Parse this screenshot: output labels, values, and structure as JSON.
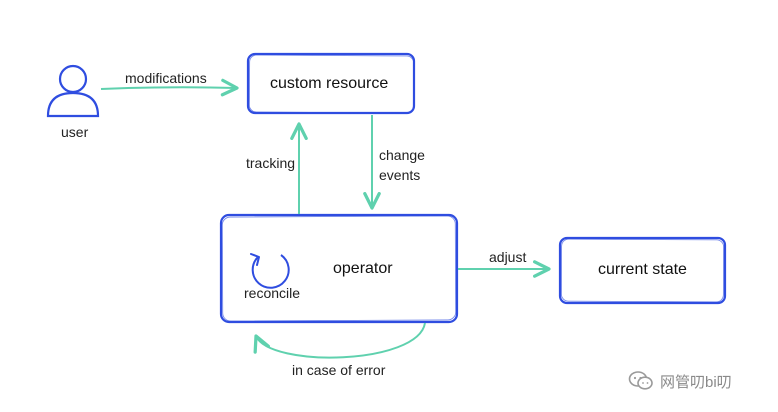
{
  "nodes": {
    "user": {
      "label": "user",
      "icon": "user-icon"
    },
    "custom_resource": {
      "label": "custom resource"
    },
    "operator": {
      "label": "operator",
      "sub_label": "reconcile",
      "icon": "reconcile-loop-icon"
    },
    "current_state": {
      "label": "current state"
    }
  },
  "edges": {
    "modifications": {
      "label": "modifications"
    },
    "tracking": {
      "label": "tracking"
    },
    "change_events": {
      "label_line1": "change",
      "label_line2": "events"
    },
    "adjust": {
      "label": "adjust"
    },
    "error_loop": {
      "label": "in case of error"
    }
  },
  "watermark": {
    "text": "网管叨bi叨",
    "icon": "wechat-icon"
  },
  "colors": {
    "box_border": "#2f4de0",
    "arrow": "#5fd1ae",
    "icon": "#2f4de0",
    "text": "#222222"
  }
}
